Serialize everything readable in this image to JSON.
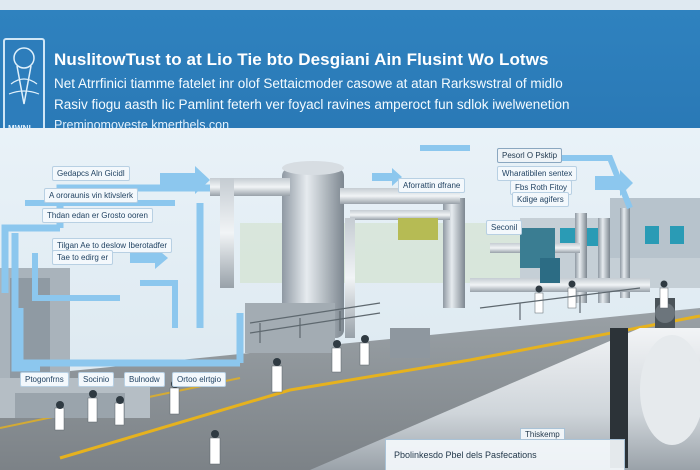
{
  "header": {
    "logo_text": "MWNI",
    "title": "NuslitowTust to at Lio Tie bto Desgiani Ain Flusint Wo Lotws",
    "subtitle_1": "Net Atrrfinici tiamme fatelet inr olof Settaicmoder casowe at atan Rarkswstral of midlo",
    "subtitle_2": "Rasiv fiogu aasth Iic Pamlint feterh ver foyacl ravines amperoct fun sdlok iwelwenetion",
    "subtitle_3": "Preminomoveste kmerthels.con"
  },
  "labels": {
    "l1": "Gedapcs Aln Gicidl",
    "l2": "A ororaunis vin ktivslerk",
    "l3": "Thdan edan er Grosto ooren",
    "l4": "Tilgan Ae to deslow Iberotadfer",
    "l5": "Tae to edirg er",
    "l6": "Pesorl O Psktip",
    "l7": "Aforrattin dfrane",
    "l8": "Wharatibilen sentex",
    "l9": "Fbs Roth Fitoy",
    "l10": "Kdige agifers",
    "l11": "Seconil",
    "l12": "Thiskemp",
    "l13": "Pbolinkesdo Pbel dels Pasfecations",
    "l14": "Ptogonfrns",
    "l15": "Socinio",
    "l16": "Bulnodw",
    "l17": "Ortoo elrtgio"
  },
  "colors": {
    "banner": "#2f82bf",
    "pipe_blue": "#8cc7ee",
    "steel": "#b7c0c8",
    "floor": "#8f969c",
    "yellow_line": "#e6b21e"
  },
  "icons": [
    "water-tower-logo-icon",
    "arrow-icon",
    "worker-figure"
  ]
}
